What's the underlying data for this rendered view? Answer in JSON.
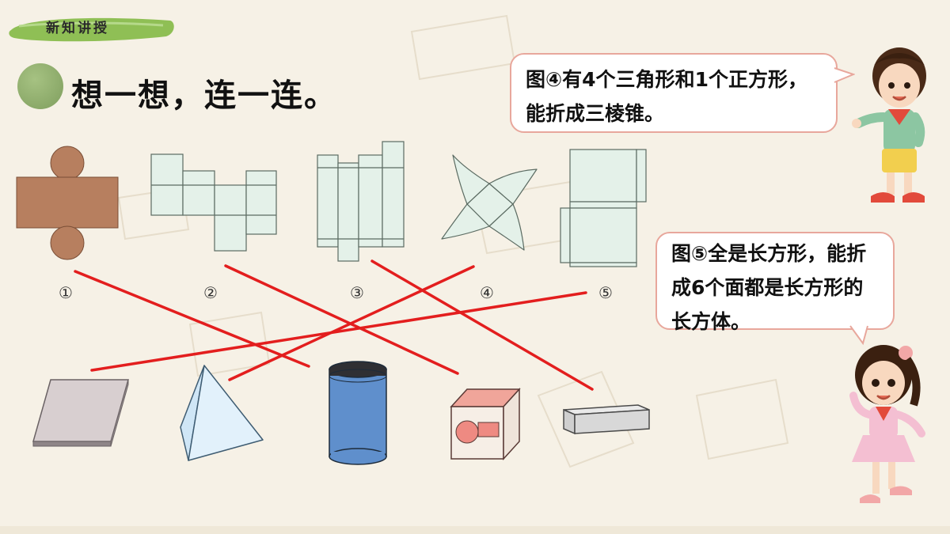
{
  "section_tag": "新知讲授",
  "heading": "想一想，连一连。",
  "tips": {
    "boy": "图④有4个三角形和1个正方形，能折成三棱锥。",
    "girl": "图⑤全是长方形，能折成6个面都是长方形的长方体。"
  },
  "net_labels": [
    "①",
    "②",
    "③",
    "④",
    "⑤"
  ],
  "colors": {
    "background": "#f6f1e6",
    "net_fill": "#e4f1e9",
    "cylinder_net": "#b77f5f",
    "connector_line": "#e31e1e",
    "bubble_border": "#e8a79c"
  }
}
